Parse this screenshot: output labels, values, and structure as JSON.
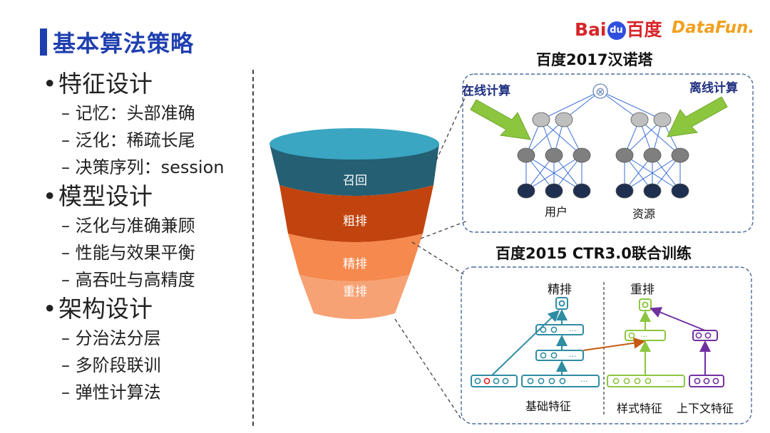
{
  "header": {
    "title": "基本算法策略",
    "logo_baidu": "Bai",
    "logo_baidu_paw": "du",
    "logo_baidu_cn": "百度",
    "logo_datafun": "DataFun."
  },
  "outline": {
    "sections": [
      {
        "bullet": "•",
        "label": "特征设计",
        "items": [
          "– 记忆：头部准确",
          "– 泛化：稀疏长尾",
          "– 决策序列：session"
        ]
      },
      {
        "bullet": "•",
        "label": "模型设计",
        "items": [
          "– 泛化与准确兼顾",
          "– 性能与效果平衡",
          "– 高吞吐与高精度"
        ]
      },
      {
        "bullet": "•",
        "label": "架构设计",
        "items": [
          "– 分治法分层",
          "– 多阶段联训",
          "– 弹性计算法"
        ]
      }
    ]
  },
  "funnel": {
    "stages": [
      "召回",
      "粗排",
      "精排",
      "重排"
    ],
    "colors": {
      "top": "#3aa6c2",
      "recall": "#245f74",
      "coarse": "#c1440e",
      "fine": "#f6894d",
      "rerank": "#f6a274"
    }
  },
  "tower": {
    "title": "百度2017汉诺塔",
    "online_label": "在线计算",
    "offline_label": "离线计算",
    "user_label": "用户",
    "resource_label": "资源",
    "combine_symbol": "⊗"
  },
  "ctr": {
    "title": "百度2015 CTR3.0联合训练",
    "fine_label": "精排",
    "rerank_label": "重排",
    "base_feature_label": "基础特征",
    "style_feature_label": "样式特征",
    "context_feature_label": "上下文特征",
    "ellipsis": "···"
  },
  "colors": {
    "accent_blue": "#1f3fb0",
    "teal": "#2e8ca3",
    "green": "#8cc63f",
    "purple": "#7030a0",
    "arrow_green": "#8cc63f",
    "orange_arrow": "#c55a11"
  }
}
